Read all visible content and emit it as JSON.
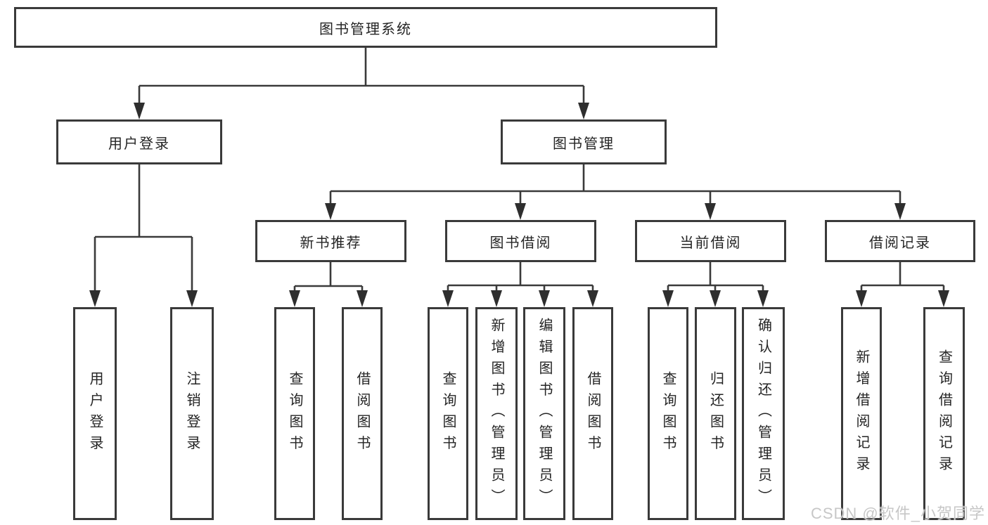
{
  "diagram": {
    "root": {
      "label": "图书管理系统"
    },
    "branches": [
      {
        "label": "用户登录",
        "children": [
          {
            "label": "用户登录"
          },
          {
            "label": "注销登录"
          }
        ]
      },
      {
        "label": "图书管理",
        "children": [
          {
            "label": "新书推荐",
            "children": [
              {
                "label": "查询图书"
              },
              {
                "label": "借阅图书"
              }
            ]
          },
          {
            "label": "图书借阅",
            "children": [
              {
                "label": "查询图书"
              },
              {
                "label": "新增图书（管理员）"
              },
              {
                "label": "编辑图书（管理员）"
              },
              {
                "label": "借阅图书"
              }
            ]
          },
          {
            "label": "当前借阅",
            "children": [
              {
                "label": "查询图书"
              },
              {
                "label": "归还图书"
              },
              {
                "label": "确认归还（管理员）"
              }
            ]
          },
          {
            "label": "借阅记录",
            "children": [
              {
                "label": "新增借阅记录"
              },
              {
                "label": "查询借阅记录"
              }
            ]
          }
        ]
      }
    ]
  },
  "watermark": {
    "text": "CSDN @软件_小贺同学"
  },
  "colors": {
    "line": "#3a3a3a",
    "arrow": "#2e2e2e",
    "text": "#242424",
    "watermark": "#c7c7c7"
  }
}
